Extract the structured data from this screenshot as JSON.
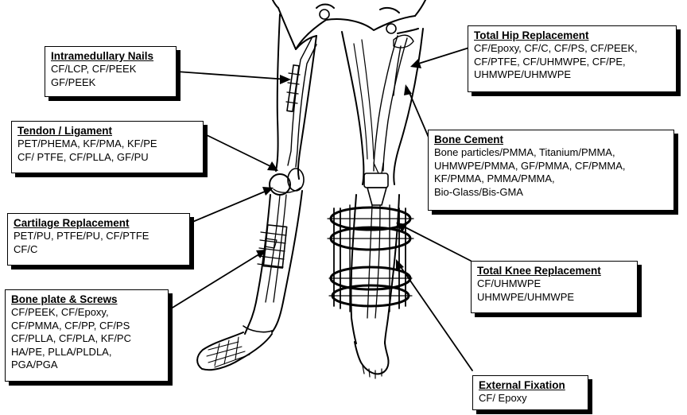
{
  "labels": {
    "intramedullary": {
      "title": "Intramedullary Nails",
      "lines": [
        "CF/LCP, CF/PEEK",
        "GF/PEEK"
      ]
    },
    "tendon": {
      "title": "Tendon / Ligament",
      "lines": [
        "PET/PHEMA, KF/PMA, KF/PE",
        "CF/ PTFE, CF/PLLA, GF/PU"
      ]
    },
    "cartilage": {
      "title": "Cartilage Replacement",
      "lines": [
        "PET/PU, PTFE/PU, CF/PTFE",
        "CF/C"
      ]
    },
    "boneplate": {
      "title": "Bone plate & Screws",
      "lines": [
        "CF/PEEK, CF/Epoxy,",
        "CF/PMMA, CF/PP, CF/PS",
        "CF/PLLA, CF/PLA, KF/PC",
        "HA/PE, PLLA/PLDLA,",
        "PGA/PGA"
      ]
    },
    "hip": {
      "title": "Total Hip Replacement",
      "lines": [
        "CF/Epoxy, CF/C, CF/PS, CF/PEEK,",
        "CF/PTFE, CF/UHMWPE, CF/PE,",
        "UHMWPE/UHMWPE"
      ]
    },
    "cement": {
      "title": "Bone Cement",
      "lines": [
        "Bone particles/PMMA, Titanium/PMMA,",
        "UHMWPE/PMMA, GF/PMMA, CF/PMMA,",
        "KF/PMMA, PMMA/PMMA,",
        "Bio-Glass/Bis-GMA"
      ]
    },
    "knee": {
      "title": "Total Knee Replacement",
      "lines": [
        "CF/UHMWPE",
        "UHMWPE/UHMWPE"
      ]
    },
    "fixation": {
      "title": "External Fixation",
      "lines": [
        "CF/ Epoxy"
      ]
    }
  }
}
